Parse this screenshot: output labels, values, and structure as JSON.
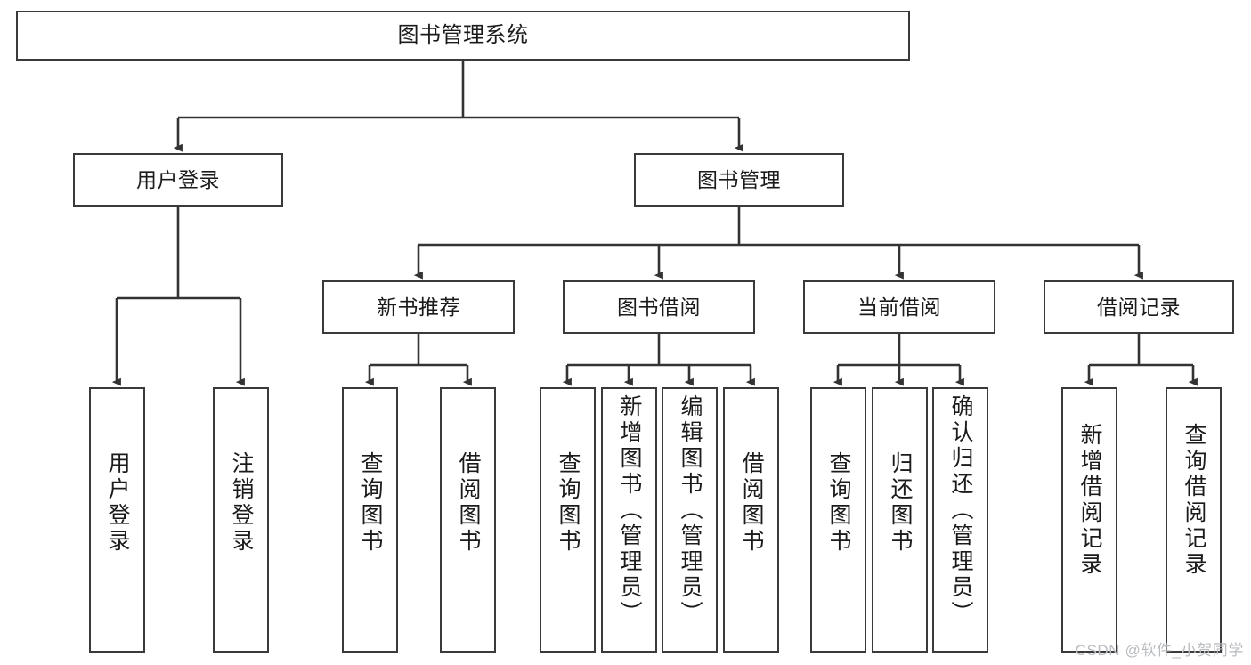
{
  "diagram": {
    "type": "tree",
    "title": "图书管理系统",
    "orientation": "top-down",
    "colors": {
      "box_border": "#3a3a3a",
      "box_fill": "#ffffff",
      "connector": "#333333",
      "text": "#1b1b1b",
      "watermark": "#b9bcc0"
    },
    "root": {
      "label": "图书管理系统"
    },
    "level2": [
      {
        "id": "user-login",
        "label": "用户登录"
      },
      {
        "id": "book-manage",
        "label": "图书管理"
      }
    ],
    "level3": [
      {
        "id": "new-book-recommend",
        "label": "新书推荐"
      },
      {
        "id": "book-borrow",
        "label": "图书借阅"
      },
      {
        "id": "current-borrow",
        "label": "当前借阅"
      },
      {
        "id": "borrow-record",
        "label": "借阅记录"
      }
    ],
    "leaves": {
      "user_login": [
        {
          "id": "leaf-user-login",
          "label": "用户登录"
        },
        {
          "id": "leaf-user-logout",
          "label": "注销登录"
        }
      ],
      "new_book_recommend": [
        {
          "id": "leaf-query-book-1",
          "label": "查询图书"
        },
        {
          "id": "leaf-borrow-book-1",
          "label": "借阅图书"
        }
      ],
      "book_borrow": [
        {
          "id": "leaf-query-book-2",
          "label": "查询图书"
        },
        {
          "id": "leaf-add-book",
          "label": "新增图书（管理员）"
        },
        {
          "id": "leaf-edit-book",
          "label": "编辑图书（管理员）"
        },
        {
          "id": "leaf-borrow-book-2",
          "label": "借阅图书"
        }
      ],
      "current_borrow": [
        {
          "id": "leaf-query-book-3",
          "label": "查询图书"
        },
        {
          "id": "leaf-return-book",
          "label": "归还图书"
        },
        {
          "id": "leaf-confirm-return",
          "label": "确认归还（管理员）"
        }
      ],
      "borrow_record": [
        {
          "id": "leaf-add-record",
          "label": "新增借阅记录"
        },
        {
          "id": "leaf-query-record",
          "label": "查询借阅记录"
        }
      ]
    }
  },
  "watermark": {
    "text": "CSDN @软件_小贺同学"
  }
}
